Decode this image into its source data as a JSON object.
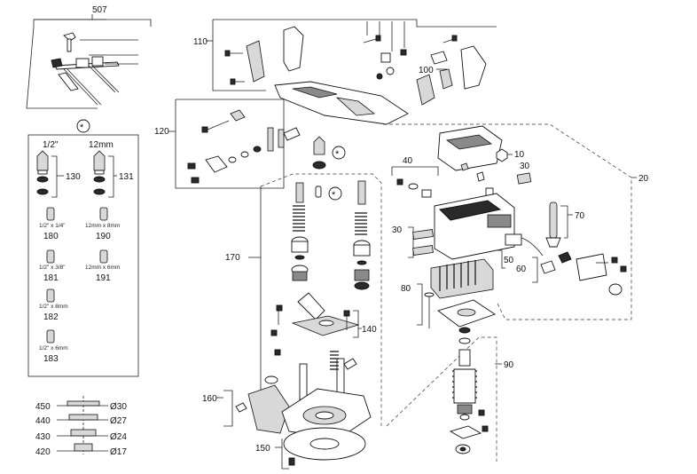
{
  "callouts": {
    "c507": "507",
    "c110": "110",
    "c100": "100",
    "c120": "120",
    "c10": "10",
    "c30a": "30",
    "c40": "40",
    "c20": "20",
    "c70": "70",
    "c30b": "30",
    "c50": "50",
    "c60": "60",
    "c80": "80",
    "c170": "170",
    "c140": "140",
    "c90": "90",
    "c160": "160",
    "c150": "150",
    "c130": "130",
    "c131": "131"
  },
  "special_symbol": "*",
  "kit_panel": {
    "col_left_header": "1/2\"",
    "col_right_header": "12mm",
    "items": [
      {
        "size": "1/2\" x 1/4\"",
        "number": "180"
      },
      {
        "size": "12mm x 8mm",
        "number": "190"
      },
      {
        "size": "1/2\" x 3/8\"",
        "number": "181"
      },
      {
        "size": "12mm x 6mm",
        "number": "191"
      },
      {
        "size": "1/2\" x 8mm",
        "number": "182"
      },
      {
        "size": "1/2\" x 6mm",
        "number": "183"
      }
    ]
  },
  "guide_rings": [
    {
      "number": "450",
      "diameter": "Ø30"
    },
    {
      "number": "440",
      "diameter": "Ø27"
    },
    {
      "number": "430",
      "diameter": "Ø24"
    },
    {
      "number": "420",
      "diameter": "Ø17"
    }
  ],
  "icons": [
    "wing-nut-icon",
    "spring-icon",
    "screw-icon",
    "collet-icon",
    "armature-icon",
    "base-plate-icon"
  ]
}
